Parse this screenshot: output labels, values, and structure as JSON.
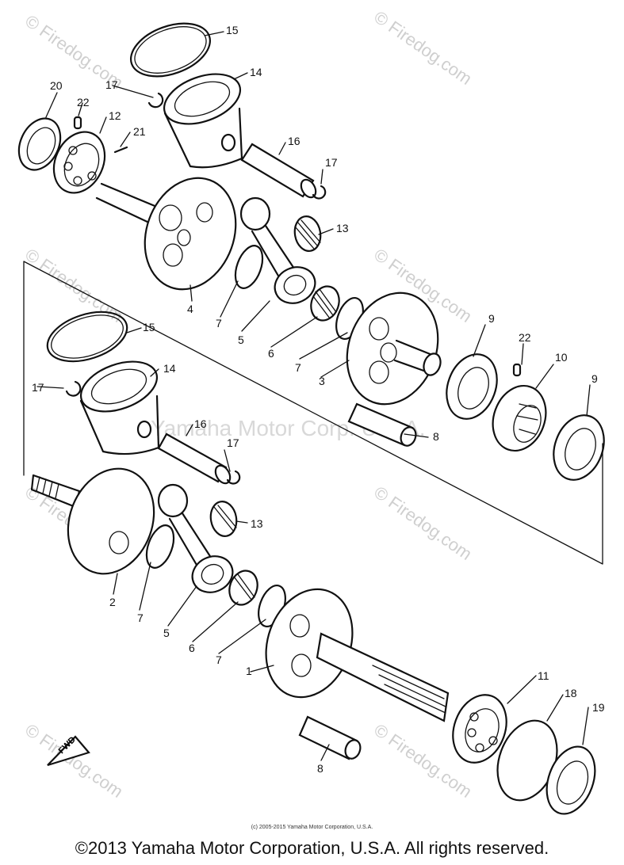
{
  "watermark": {
    "site": "© Firedog.com",
    "center": "Yamaha Motor Corp. U.S.A."
  },
  "fwd_label": "FWD",
  "callouts": [
    "1",
    "2",
    "3",
    "4",
    "5",
    "5",
    "6",
    "6",
    "7",
    "7",
    "7",
    "7",
    "8",
    "8",
    "9",
    "9",
    "10",
    "11",
    "12",
    "13",
    "13",
    "14",
    "14",
    "15",
    "15",
    "16",
    "16",
    "17",
    "17",
    "17",
    "17",
    "18",
    "19",
    "20",
    "21",
    "22",
    "22"
  ],
  "small_copyright": "(c) 2005-2015 Yamaha Motor Corporation, U.S.A.",
  "copyright": "©2013 Yamaha Motor Corporation, U.S.A. All rights reserved."
}
